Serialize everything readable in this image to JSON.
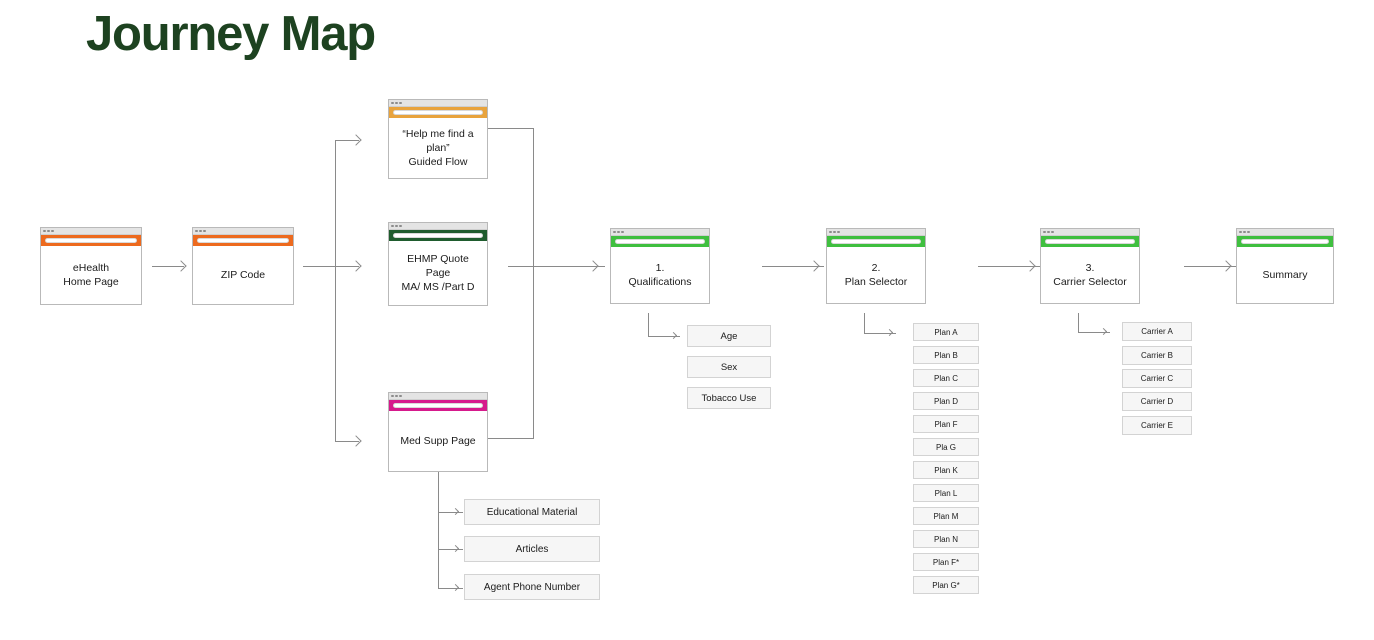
{
  "page": {
    "title": "Journey Map",
    "title_color": "#1d4220",
    "background": "#ffffff"
  },
  "palette": {
    "orange": "#ed6a1e",
    "amber": "#e8a33d",
    "dark_green": "#1f5c2e",
    "magenta": "#d61a8c",
    "bright_green": "#3fbf3f",
    "connector": "#8a8a8a",
    "pill_fill": "#f6f6f6",
    "pill_border": "#d3d3d3",
    "window_border": "#b9b9b9",
    "titlebar": "#e4e4e4"
  },
  "nodes": {
    "home": {
      "label": "eHealth\nHome Page",
      "accent": "#ed6a1e"
    },
    "zip": {
      "label": "ZIP Code",
      "accent": "#ed6a1e"
    },
    "guided": {
      "label": "“Help me find a\nplan”\nGuided Flow",
      "accent": "#e8a33d"
    },
    "ehmp": {
      "label": "EHMP Quote Page\nMA/ MS /Part D",
      "accent": "#1f5c2e"
    },
    "medsupp": {
      "label": "Med Supp Page",
      "accent": "#d61a8c"
    },
    "qualifications": {
      "label": "1.\nQualifications",
      "accent": "#3fbf3f"
    },
    "plan_selector": {
      "label": "2.\nPlan Selector",
      "accent": "#3fbf3f"
    },
    "carrier_selector": {
      "label": "3.\nCarrier Selector",
      "accent": "#3fbf3f"
    },
    "summary": {
      "label": "Summary",
      "accent": "#3fbf3f"
    }
  },
  "qualification_items": [
    {
      "label": "Age"
    },
    {
      "label": "Sex"
    },
    {
      "label": "Tobacco Use"
    }
  ],
  "plan_items": [
    {
      "label": "Plan A"
    },
    {
      "label": "Plan B"
    },
    {
      "label": "Plan C"
    },
    {
      "label": "Plan D"
    },
    {
      "label": "Plan F"
    },
    {
      "label": "Pla G"
    },
    {
      "label": "Plan K"
    },
    {
      "label": "Plan L"
    },
    {
      "label": "Plan M"
    },
    {
      "label": "Plan N"
    },
    {
      "label": "Plan F*"
    },
    {
      "label": "Plan G*"
    }
  ],
  "carrier_items": [
    {
      "label": "Carrier A"
    },
    {
      "label": "Carrier B"
    },
    {
      "label": "Carrier C"
    },
    {
      "label": "Carrier D"
    },
    {
      "label": "Carrier E"
    }
  ],
  "medsupp_resources": [
    {
      "label": "Educational Material"
    },
    {
      "label": "Articles"
    },
    {
      "label": "Agent Phone Number"
    }
  ]
}
